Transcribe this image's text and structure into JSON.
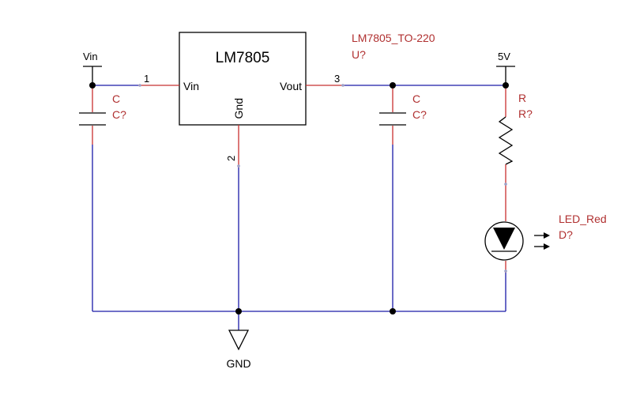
{
  "regulator": {
    "name": "LM7805",
    "part": "LM7805_TO-220",
    "ref": "U?",
    "pin_in": "Vin",
    "pin_out": "Vout",
    "pin_gnd": "Gnd",
    "pin1": "1",
    "pin2": "2",
    "pin3": "3"
  },
  "cap_in": {
    "value": "C",
    "ref": "C?"
  },
  "cap_out": {
    "value": "C",
    "ref": "C?"
  },
  "resistor": {
    "value": "R",
    "ref": "R?"
  },
  "led": {
    "value": "LED_Red",
    "ref": "D?"
  },
  "power": {
    "vin": "Vin",
    "vout": "5V",
    "gnd": "GND"
  },
  "colors": {
    "wire": "#1a1aa8",
    "label": "#b03030",
    "component": "#000000"
  }
}
